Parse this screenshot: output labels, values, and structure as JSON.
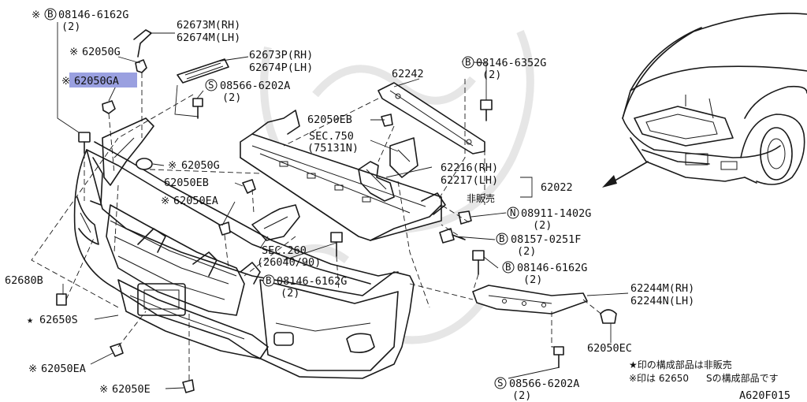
{
  "labels": {
    "b_08146_6162g_top": "08146-6162G",
    "b_08146_6162g_top_qty": "(2)",
    "p_62673m": "62673M(RH)",
    "p_62674m": "62674M(LH)",
    "p_62050g_1": "62050G",
    "p_62050ga": "62050GA",
    "p_62673p": "62673P(RH)",
    "p_62674p": "62674P(LH)",
    "s_08566_a": "08566-6202A",
    "s_08566_a_qty": "(2)",
    "p_62242": "62242",
    "b_08146_6352g": "08146-6352G",
    "b_08146_6352g_qty": "(2)",
    "p_62050eb_1": "62050EB",
    "sec750": "SEC.750",
    "sec750_sub": "(75131N)",
    "p_62216": "62216(RH)",
    "p_62217": "62217(LH)",
    "p_62022": "62022",
    "not_sold": "非販売",
    "p_62050g_2": "62050G",
    "p_62050eb_2": "62050EB",
    "p_62050ea_1": "62050EA",
    "n_08911": "08911-1402G",
    "n_08911_qty": "(2)",
    "b_08157": "08157-0251F",
    "b_08157_qty": "(2)",
    "sec260": "SEC.260",
    "sec260_sub": "(26040/90)",
    "b_08146_6162g_mid": "08146-6162G",
    "b_08146_6162g_mid_qty": "(2)",
    "b_08146_6162g_right": "08146-6162G",
    "b_08146_6162g_right_qty": "(2)",
    "p_62680b": "62680B",
    "p_62650s": "62650S",
    "p_62244m": "62244M(RH)",
    "p_62244n": "62244N(LH)",
    "p_62050ec": "62050EC",
    "p_62050ea_2": "62050EA",
    "p_62050e": "62050E",
    "s_08566_b": "08566-6202A",
    "s_08566_b_qty": "(2)",
    "note1": "★印の構成部品は非販売",
    "note2": "※印は 62650",
    "note2b": "Sの構成部品です",
    "code": "A620F015",
    "mark_b": "B",
    "mark_s": "S",
    "mark_n": "N",
    "star": "★",
    "kome": "※"
  }
}
